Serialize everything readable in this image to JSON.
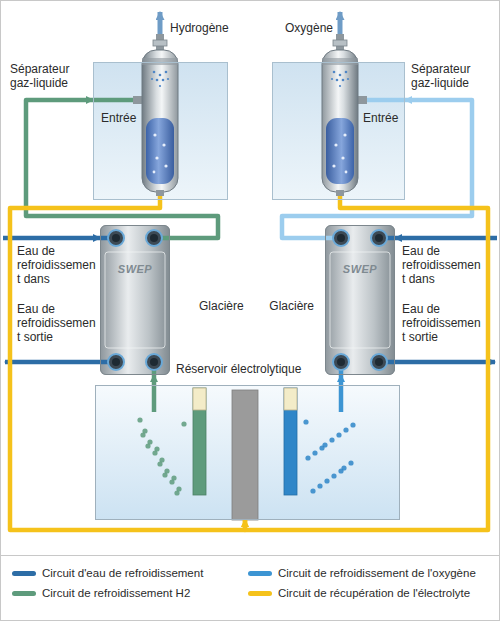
{
  "diagram": {
    "nodes": [
      {
        "text": [
          "Séparateur gaz-liquide",
          "Entrée"
        ]
      },
      {
        "text": [
          "Séparateur gaz-liquide",
          "Entrée"
        ]
      },
      {
        "text": [
          "Glacière"
        ]
      },
      {
        "text": [
          "Glacière"
        ]
      },
      {
        "text": [
          "Réservoir électrolytique"
        ]
      }
    ],
    "edges": [
      {
        "from": 4,
        "to": 2,
        "arrow": "to"
      },
      {
        "from": 2,
        "to": 0,
        "arrow": "to"
      },
      {
        "from": 4,
        "to": 3,
        "arrow": "to"
      },
      {
        "from": 3,
        "to": 1,
        "arrow": "to"
      },
      {
        "from": 0,
        "to": 4,
        "arrow": "to"
      },
      {
        "from": 1,
        "to": 4,
        "arrow": "to"
      }
    ],
    "labels": [
      "Hydrogène",
      "Oxygène",
      "Eau de refroidissement dans",
      "SWEP",
      "SWEP",
      "Eau de refroidissement dans",
      "Eau de refroidissement sortie",
      "Eau de refroidissement sortie"
    ],
    "legend": [
      {
        "text": "Circuit d'eau de refroidissement",
        "color": "#2d6da6"
      },
      {
        "text": "Circuit de refroidissement de l'oxygène",
        "color": "#3d95d3"
      },
      {
        "text": "Circuit de refroidissement H2",
        "color": "#5e9b7c"
      },
      {
        "text": "Circuit de récupération de l'électrolyte",
        "color": "#f5c21b"
      }
    ]
  }
}
